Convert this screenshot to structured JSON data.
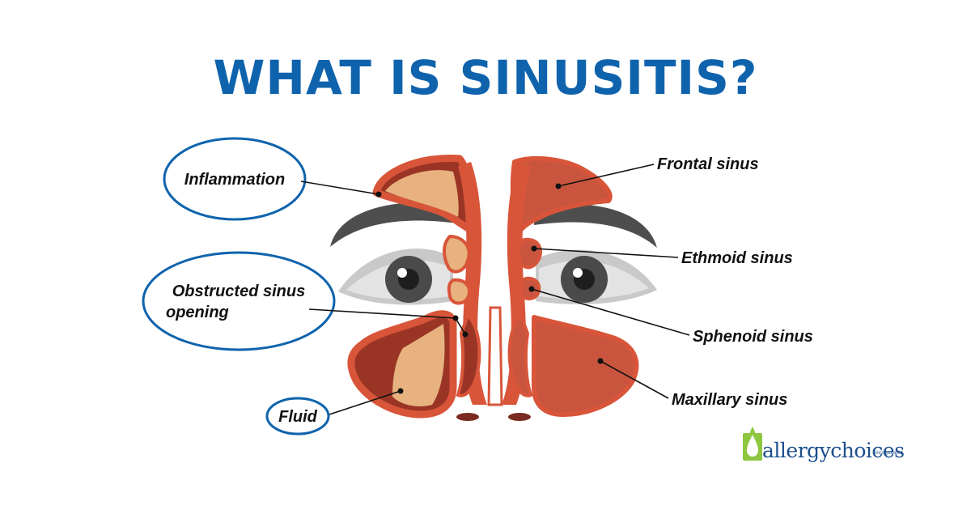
{
  "title": "WHAT IS SINUSITIS?",
  "labels": {
    "inflammation": "Inflammation",
    "obstructed_line1": "Obstructed sinus",
    "obstructed_line2": "opening",
    "fluid": "Fluid",
    "frontal": "Frontal sinus",
    "ethmoid": "Ethmoid sinus",
    "sphenoid": "Sphenoid sinus",
    "maxillary": "Maxillary sinus"
  },
  "logo": {
    "text": "allergychoices",
    "tagline": "incorporated",
    "icon": "droplet-icon"
  },
  "colors": {
    "title": "#0f63ad",
    "bubble_border": "#0f63ad",
    "sinus_fill": "#c9553f",
    "sinus_outline": "#d8553a",
    "inflamed_fill": "#e7b27f",
    "dark_tissue": "#9a3526",
    "brow": "#4e4e4e",
    "eye_white": "#c9c9c9",
    "iris": "#4a4a4a",
    "logo_green": "#8dc63f",
    "logo_blue": "#1b4f8d"
  }
}
